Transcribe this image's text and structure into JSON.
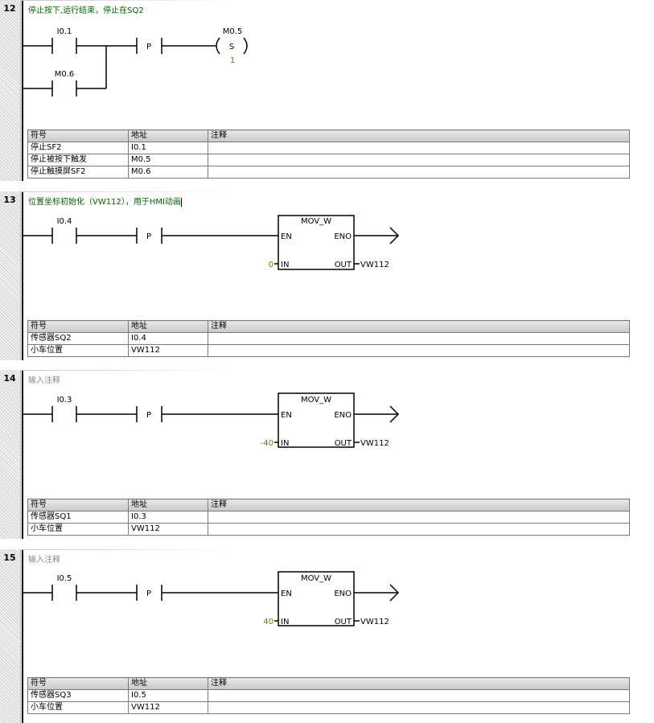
{
  "colors": {
    "comment_active": "#006400",
    "comment_placeholder": "#8c8c8c",
    "immediate": "#8a6d00"
  },
  "table_headers": {
    "symbol": "符号",
    "address": "地址",
    "comment": "注释"
  },
  "networks": [
    {
      "number": "12",
      "comment": "停止按下,运行结束，停止在SQ2",
      "contacts": [
        "I0.1",
        "M0.6"
      ],
      "edge": "P",
      "coil": {
        "address": "M0.5",
        "type": "S",
        "count": "1"
      },
      "symbols": [
        {
          "symbol": "停止SF2",
          "address": "I0.1",
          "comment": ""
        },
        {
          "symbol": "停止被按下触发",
          "address": "M0.5",
          "comment": ""
        },
        {
          "symbol": "停止触摸屏SF2",
          "address": "M0.6",
          "comment": ""
        }
      ]
    },
    {
      "number": "13",
      "comment": "位置坐标初始化（VW112），用于HMI动画",
      "contacts": [
        "I0.4"
      ],
      "edge": "P",
      "box": {
        "name": "MOV_W",
        "en": "EN",
        "eno": "ENO",
        "in_label": "IN",
        "out_label": "OUT",
        "in_value": "0",
        "out_value": "VW112"
      },
      "symbols": [
        {
          "symbol": "传感器SQ2",
          "address": "I0.4",
          "comment": ""
        },
        {
          "symbol": "小车位置",
          "address": "VW112",
          "comment": ""
        }
      ]
    },
    {
      "number": "14",
      "comment": "输入注释",
      "contacts": [
        "I0.3"
      ],
      "edge": "P",
      "box": {
        "name": "MOV_W",
        "en": "EN",
        "eno": "ENO",
        "in_label": "IN",
        "out_label": "OUT",
        "in_value": "-40",
        "out_value": "VW112"
      },
      "symbols": [
        {
          "symbol": "传感器SQ1",
          "address": "I0.3",
          "comment": ""
        },
        {
          "symbol": "小车位置",
          "address": "VW112",
          "comment": ""
        }
      ]
    },
    {
      "number": "15",
      "comment": "输入注释",
      "contacts": [
        "I0.5"
      ],
      "edge": "P",
      "box": {
        "name": "MOV_W",
        "en": "EN",
        "eno": "ENO",
        "in_label": "IN",
        "out_label": "OUT",
        "in_value": "40",
        "out_value": "VW112"
      },
      "symbols": [
        {
          "symbol": "传感器SQ3",
          "address": "I0.5",
          "comment": ""
        },
        {
          "symbol": "小车位置",
          "address": "VW112",
          "comment": ""
        }
      ]
    }
  ]
}
